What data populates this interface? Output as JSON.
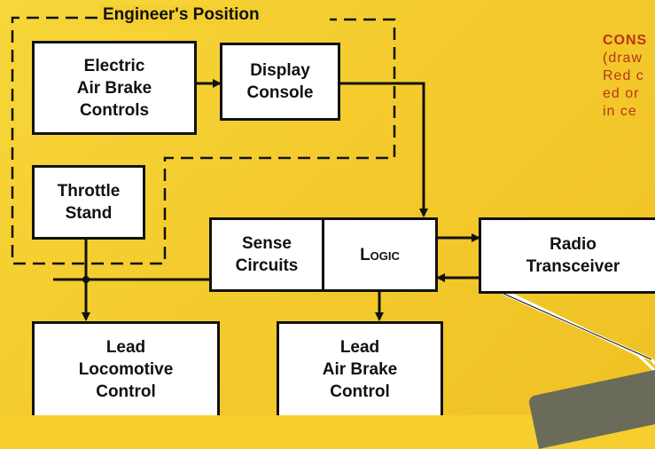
{
  "diagram": {
    "region": {
      "label": "Engineer's Position"
    },
    "boxes": {
      "electric_air_brake_controls": "Electric\nAir Brake\nControls",
      "display_console": "Display\nConsole",
      "throttle_stand": "Throttle\nStand",
      "sense_circuits": "Sense\nCircuits",
      "logic": "Logic",
      "radio_transceiver": "Radio\nTransceiver",
      "lead_locomotive_control": "Lead\nLocomotive\nControl",
      "lead_air_brake_control": "Lead\nAir Brake\nControl"
    }
  },
  "caption": {
    "line1": "CONS",
    "line2": "(draw",
    "line3": "Red c",
    "line4": "ed or",
    "line5": "in ce"
  }
}
